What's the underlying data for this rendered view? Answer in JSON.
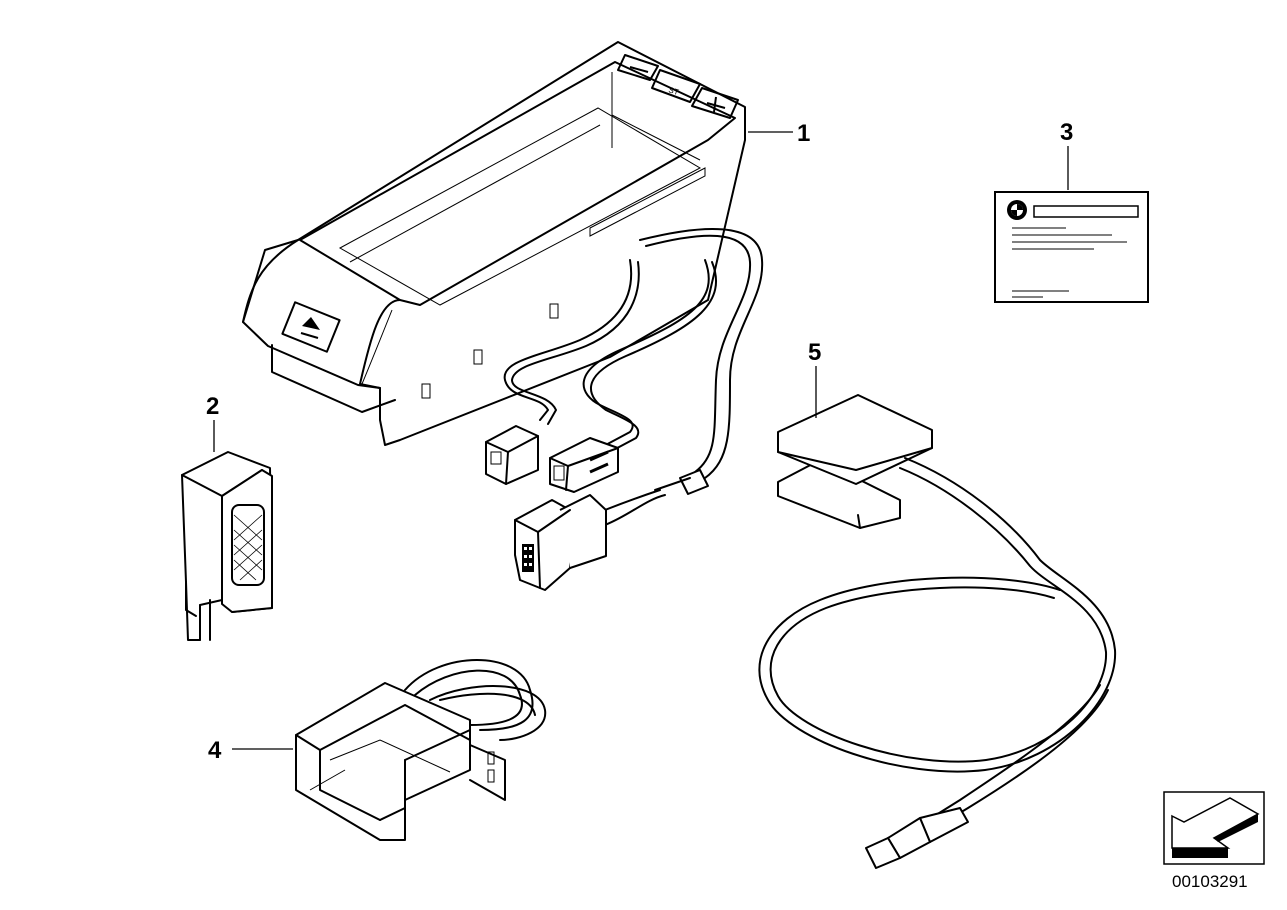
{
  "diagram": {
    "type": "parts-exploded-view",
    "background_color": "#ffffff",
    "line_color": "#000000",
    "document_number": "00103291",
    "navigation_icon": "back-arrow-icon",
    "parts": [
      {
        "callout": "1",
        "name": "cradle-holder-unit",
        "button_labels": [
          "−",
          "ST",
          "+"
        ],
        "eject_icon": "eject-icon"
      },
      {
        "callout": "2",
        "name": "microphone"
      },
      {
        "callout": "3",
        "name": "information-label",
        "logo_icon": "bmw-logo-icon"
      },
      {
        "callout": "4",
        "name": "connector-with-wires"
      },
      {
        "callout": "5",
        "name": "antenna-with-cable"
      }
    ]
  }
}
